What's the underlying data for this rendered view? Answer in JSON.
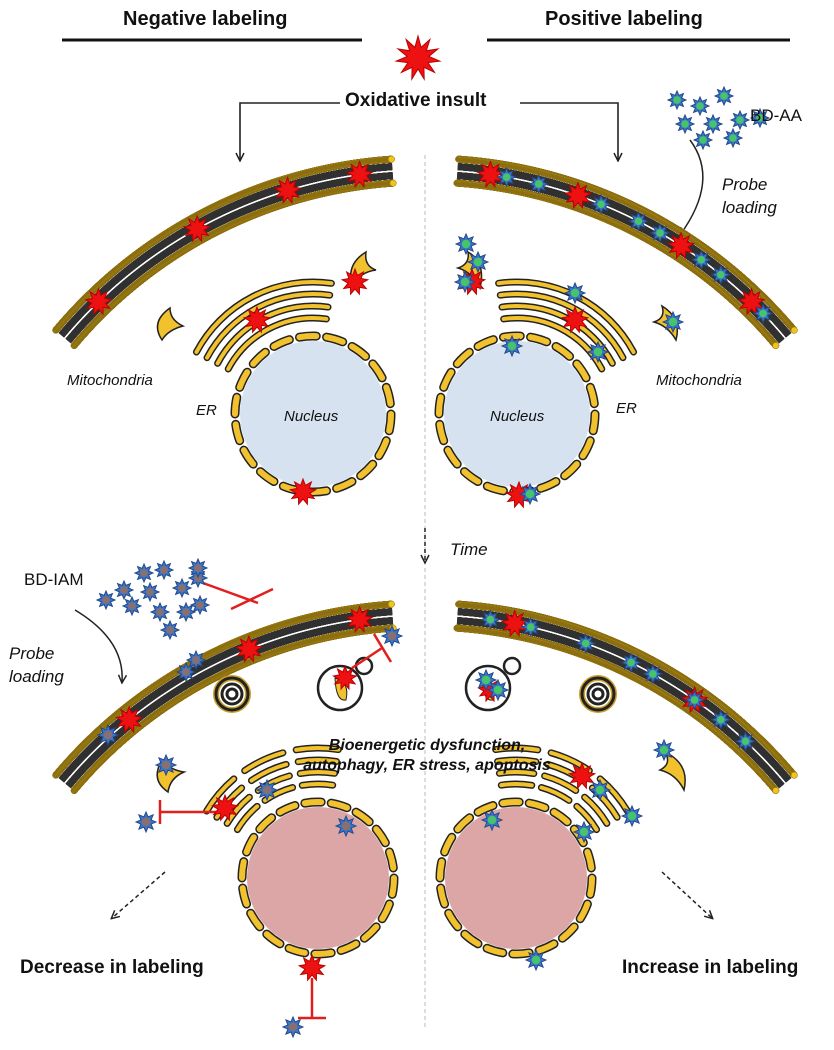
{
  "headers": {
    "left": "Negative labeling",
    "right": "Positive labeling"
  },
  "labels": {
    "insult": "Oxidative insult",
    "bd_aa": "BD-AA",
    "probe_loading_right_1": "Probe",
    "probe_loading_right_2": "loading",
    "mito_left": "Mitochondria",
    "mito_right": "Mitochondria",
    "er_left": "ER",
    "er_right": "ER",
    "nucleus_left": "Nucleus",
    "nucleus_right": "Nucleus",
    "time": "Time",
    "bd_iam": "BD-IAM",
    "probe_loading_left_1": "Probe",
    "probe_loading_left_2": "loading",
    "center_outcomes": "Bioenergetic dysfunction, autophagy, ER stress, apoptosis",
    "decrease": "Decrease in labeling",
    "increase": "Increase in labeling"
  },
  "colors": {
    "lipid_head": "#f0c419",
    "damage_red": "#ee1111",
    "nucleus_healthy": "#d6e2ef",
    "nucleus_damaged": "#dda6a6",
    "probe_aa_core": "#46c46a",
    "probe_iam_core": "#8a6f6f",
    "probe_spikes": "#3b74c8",
    "block_red": "#e0201e",
    "organelle_fill": "#f2c12e"
  },
  "icons": [
    "oxidative-burst-icon",
    "bd-aa-probe-icon",
    "bd-iam-probe-icon",
    "inhibition-bar-icon"
  ]
}
